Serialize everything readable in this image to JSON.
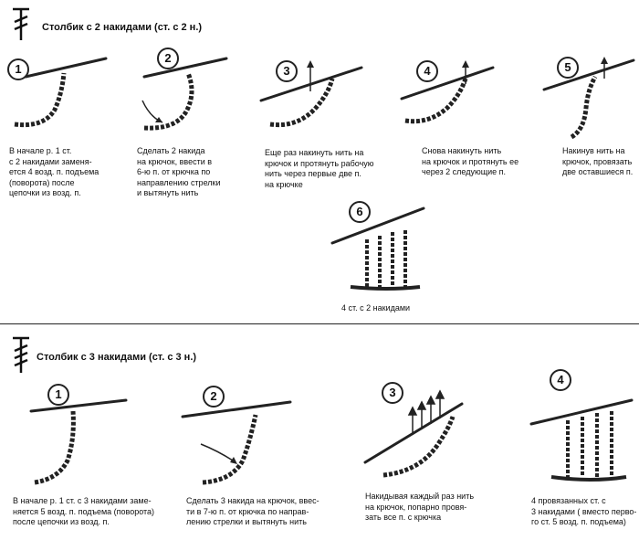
{
  "sections": [
    {
      "title": "Столбик с 2 накидами (ст. с 2 н.)",
      "steps": [
        {
          "number": "1",
          "caption": "В начале р. 1 ст.\nс 2 накидами заменя-\nется 4 возд. п. подъема\n(поворота) после\nцепочки из возд. п."
        },
        {
          "number": "2",
          "caption": "Сделать 2 накида\nна крючок, ввести в\n6-ю п. от крючка по\nнаправлению стрелки\nи вытянуть нить"
        },
        {
          "number": "3",
          "caption": "Еще раз накинуть нить на\nкрючок и протянуть рабочую\nнить через первые две п.\nна крючке"
        },
        {
          "number": "4",
          "caption": "Снова накинуть нить\nна крючок и протянуть ее\nчерез 2 следующие п."
        },
        {
          "number": "5",
          "caption": "Накинув нить на\nкрючок, провязать\nдве оставшиеся п."
        },
        {
          "number": "6",
          "caption": "4 ст. с 2 накидами"
        }
      ]
    },
    {
      "title": "Столбик с 3 накидами (ст. с 3 н.)",
      "steps": [
        {
          "number": "1",
          "caption": "В начале р. 1 ст. с 3 накидами заме-\nняется 5 возд. п. подъема (поворота)\nпосле  цепочки из возд. п."
        },
        {
          "number": "2",
          "caption": "Сделать 3 накида на крючок, ввес-\nти в 7-ю п. от крючка по направ-\nлению стрелки и вытянуть нить"
        },
        {
          "number": "3",
          "caption": "Накидывая каждый раз нить\nна крючок, попарно провя-\nзать все п. с крючка"
        },
        {
          "number": "4",
          "caption": "4 провязанных ст. с\n3 накидами ( вместо перво-\nго ст. 5 возд. п. подъема)"
        }
      ]
    }
  ],
  "icons": {
    "symbol_2": "double-crochet-symbol-icon",
    "symbol_3": "treble-crochet-symbol-icon",
    "hook": "crochet-hook-icon",
    "chain": "chain-stitch-icon",
    "arrow": "direction-arrow-icon"
  },
  "colors": {
    "ink": "#222222",
    "background": "#ffffff"
  }
}
